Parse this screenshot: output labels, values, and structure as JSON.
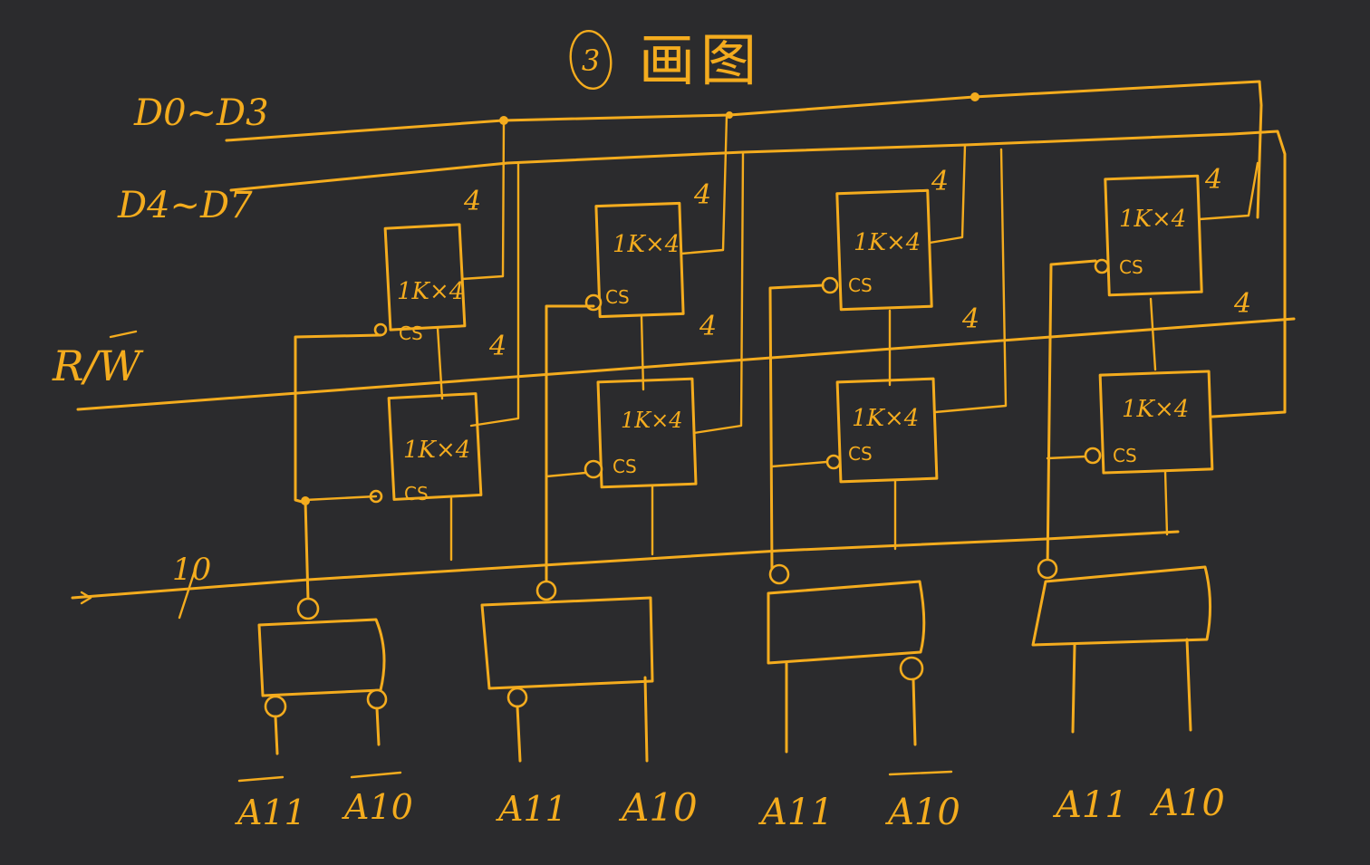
{
  "diagram": {
    "title_number": "3",
    "title_text": "画图",
    "bus_labels": {
      "d_low": "D0~D3",
      "d_high": "D4~D7",
      "rw": "R/W",
      "addr": "10"
    },
    "chip_label": "1K×4",
    "cs_label": "CS",
    "bus_width_mark": "4",
    "decoder_inputs": [
      {
        "a": "A11",
        "b": "A10",
        "a_bar": true,
        "b_bar": true
      },
      {
        "a": "A11",
        "b": "A10",
        "a_bar": false,
        "b_bar": false
      },
      {
        "a": "A11",
        "b": "A10",
        "a_bar": false,
        "b_bar": true
      },
      {
        "a": "A11",
        "b": "A10",
        "a_bar": false,
        "b_bar": false
      }
    ],
    "accent_color": "#f4ac1e",
    "background_color": "#2b2b2d"
  }
}
